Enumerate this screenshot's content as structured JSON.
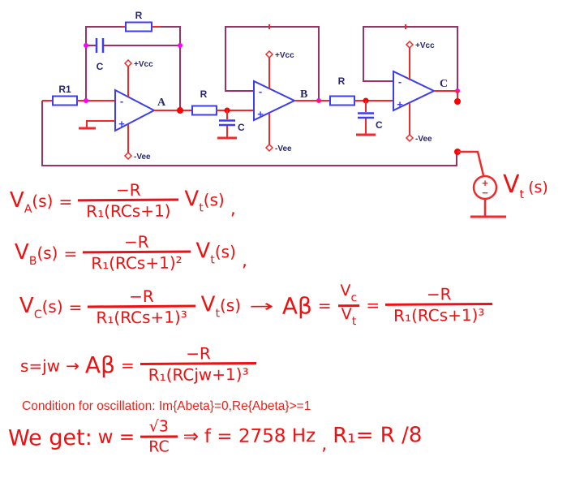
{
  "colors": {
    "wire_red": "#f02a2a",
    "loop_purple": "#993366",
    "component_blue": "#3c3cf0",
    "label_navy": "#28286f",
    "node_magenta": "#ff00ff",
    "node_red": "#ff0000",
    "ink_red": "#ed1111",
    "background": "#ffffff"
  },
  "circuit": {
    "labels": {
      "r1": "R1",
      "r_feedback": "R",
      "c_feedback": "C",
      "vcc": "+Vcc",
      "vee": "-Vee",
      "node_a": "A",
      "r_series_1": "R",
      "c_shunt_1": "C",
      "node_b": "B",
      "r_series_2": "R",
      "c_shunt_2": "C",
      "node_c": "C",
      "opamp_minus": "-",
      "opamp_plus": "+",
      "source_plus": "+",
      "source_minus": "−"
    },
    "source_label": {
      "base": "V",
      "sub": "t",
      "args": "(s)"
    }
  },
  "equations": {
    "eq_a": {
      "lhs_base": "V",
      "lhs_sub": "A",
      "lhs_args": "(s)",
      "equals": "=",
      "num": "−R",
      "den": "R₁(RCs+1)",
      "rhs_base": "V",
      "rhs_sub": "t",
      "rhs_args": "(s)",
      "comma": ","
    },
    "eq_b": {
      "lhs_base": "V",
      "lhs_sub": "B",
      "lhs_args": "(s)",
      "equals": "=",
      "num": "−R",
      "den": "R₁(RCs+1)²",
      "rhs_base": "V",
      "rhs_sub": "t",
      "rhs_args": "(s)",
      "comma": ","
    },
    "eq_c": {
      "lhs_base": "V",
      "lhs_sub": "C",
      "lhs_args": "(s)",
      "equals": "=",
      "num": "−R",
      "den": "R₁(RCs+1)³",
      "rhs_base": "V",
      "rhs_sub": "t",
      "rhs_args": "(s)",
      "arrow": "→",
      "ab": "Aβ",
      "equals2": "=",
      "sfrac_num_base": "V",
      "sfrac_num_sub": "c",
      "sfrac_den_base": "V",
      "sfrac_den_sub": "t",
      "equals3": "=",
      "num2": "−R",
      "den2": "R₁(RCs+1)³"
    },
    "eq_jw": {
      "prefix": "s=jw",
      "arrow": "→",
      "ab": "Aβ",
      "equals": "=",
      "num": "−R",
      "den": "R₁(RCjw+1)³"
    },
    "condition": "Condition for oscillation: Im{Abeta}=0,Re{Abeta}>=1",
    "result": {
      "we_get": "We get:",
      "w_eq": "w =",
      "num": "√3",
      "den": "RC",
      "implies": "⇒",
      "f": "f = 2758 Hz",
      "comma": ",",
      "r1": "R₁= R /8"
    }
  }
}
